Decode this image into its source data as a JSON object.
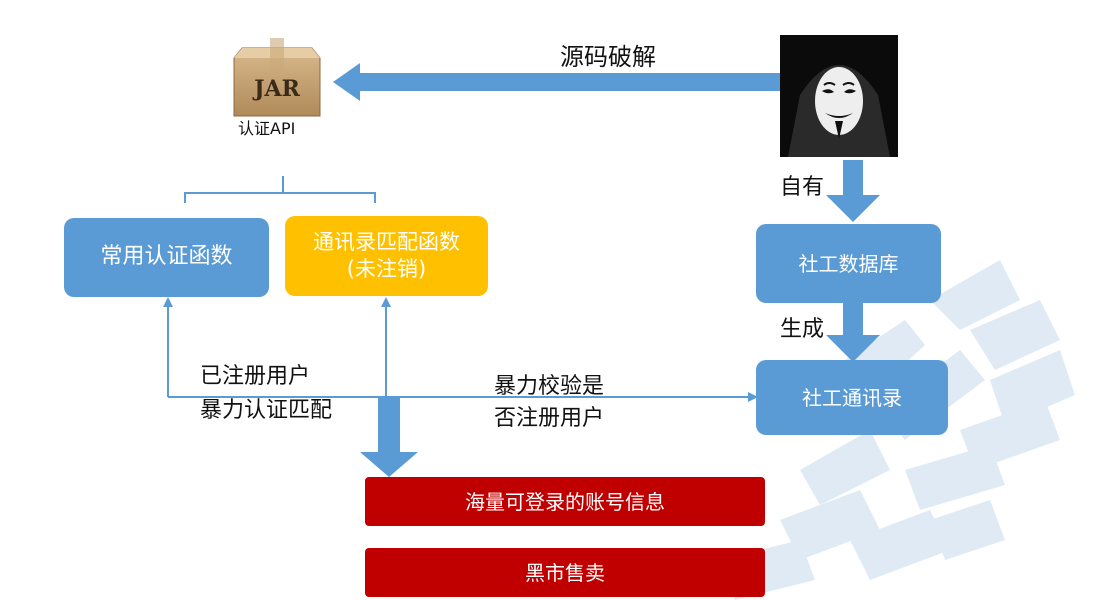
{
  "jar": {
    "icon_text": "JAR",
    "caption": "认证API"
  },
  "labels": {
    "source_crack": "源码破解",
    "own": "自有",
    "generate": "生成",
    "registered_line1": "已注册用户",
    "registered_line2": "暴力认证匹配",
    "brute_line1": "暴力校验是",
    "brute_line2": "否注册用户"
  },
  "boxes": {
    "common_auth": "常用认证函数",
    "contacts_match_line1": "通讯录匹配函数",
    "contacts_match_line2": "(未注销)",
    "social_db": "社工数据库",
    "social_contacts": "社工通讯录",
    "accounts": "海量可登录的账号信息",
    "black_market": "黑市售卖"
  },
  "colors": {
    "blue": "#5b9bd5",
    "orange": "#ffc000",
    "red": "#c00000",
    "watermark": "#dce8f5"
  },
  "icons": {
    "hacker": "anonymous-mask-icon",
    "jar": "jar-archive-icon"
  }
}
